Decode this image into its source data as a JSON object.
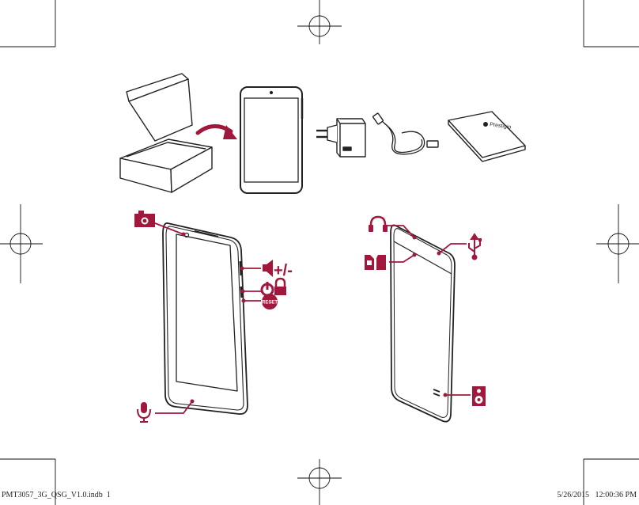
{
  "footer": {
    "file_name": "PMT3057_3G_QSG_V1.0.indb",
    "page_number": "1",
    "date": "5/26/2015",
    "time": "12:00:36 PM"
  },
  "labels": {
    "volume": "+/-",
    "reset": "RESET"
  },
  "brand_logo_text": "Prestigio",
  "accent_color": "#a0183c",
  "icons": [
    "camera-icon",
    "volume-icon",
    "power-icon",
    "lock-icon",
    "reset-icon",
    "microphone-icon",
    "headphones-icon",
    "sim-sd-card-icon",
    "usb-icon",
    "speaker-icon"
  ]
}
